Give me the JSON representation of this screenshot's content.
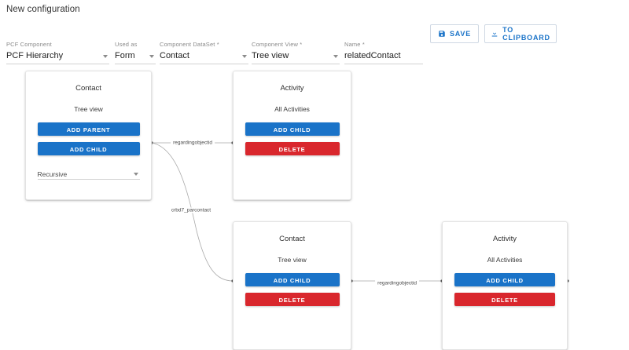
{
  "header": {
    "title": "New configuration"
  },
  "form": {
    "fields": [
      {
        "name": "pcf-component",
        "label": "PCF Component",
        "value": "PCF Hierarchy",
        "has_caret": true
      },
      {
        "name": "used-as",
        "label": "Used as",
        "value": "Form",
        "has_caret": true
      },
      {
        "name": "component-dataset",
        "label": "Component DataSet *",
        "value": "Contact",
        "has_caret": true
      },
      {
        "name": "component-view",
        "label": "Component View *",
        "value": "Tree view",
        "has_caret": true
      },
      {
        "name": "config-name",
        "label": "Name *",
        "value": "relatedContact",
        "has_caret": false
      }
    ]
  },
  "actions": {
    "save": {
      "label": "SAVE",
      "icon": "save-icon"
    },
    "clipboard": {
      "label": "TO CLIPBOARD",
      "icon": "download-icon"
    }
  },
  "colors": {
    "accent_blue": "#1a73c8",
    "danger_red": "#d9272d",
    "label_grey": "#8a8a8a",
    "border_grey": "#e3e3e3"
  },
  "diagram": {
    "nodes": [
      {
        "id": "contact-tree-root",
        "title": "Contact",
        "subtitle": "Tree view",
        "buttons": [
          {
            "label": "ADD PARENT",
            "color": "blue"
          },
          {
            "label": "ADD CHILD",
            "color": "blue"
          }
        ],
        "select": {
          "value": "Recursive"
        }
      },
      {
        "id": "activity-all-top",
        "title": "Activity",
        "subtitle": "All Activities",
        "buttons": [
          {
            "label": "ADD CHILD",
            "color": "blue"
          },
          {
            "label": "DELETE",
            "color": "red"
          }
        ]
      },
      {
        "id": "contact-tree-child",
        "title": "Contact",
        "subtitle": "Tree view",
        "buttons": [
          {
            "label": "ADD CHILD",
            "color": "blue"
          },
          {
            "label": "DELETE",
            "color": "red"
          }
        ]
      },
      {
        "id": "activity-all-bottom",
        "title": "Activity",
        "subtitle": "All Activities",
        "buttons": [
          {
            "label": "ADD CHILD",
            "color": "blue"
          },
          {
            "label": "DELETE",
            "color": "red"
          }
        ]
      }
    ],
    "edges": [
      {
        "id": "edge-top",
        "label": "regardingobjectid",
        "from": "contact-tree-root",
        "to": "activity-all-top"
      },
      {
        "id": "edge-curve",
        "label": "crbd7_parcontact",
        "from": "contact-tree-root",
        "to": "contact-tree-child"
      },
      {
        "id": "edge-bottom",
        "label": "regardingobjectid",
        "from": "contact-tree-child",
        "to": "activity-all-bottom"
      }
    ]
  }
}
